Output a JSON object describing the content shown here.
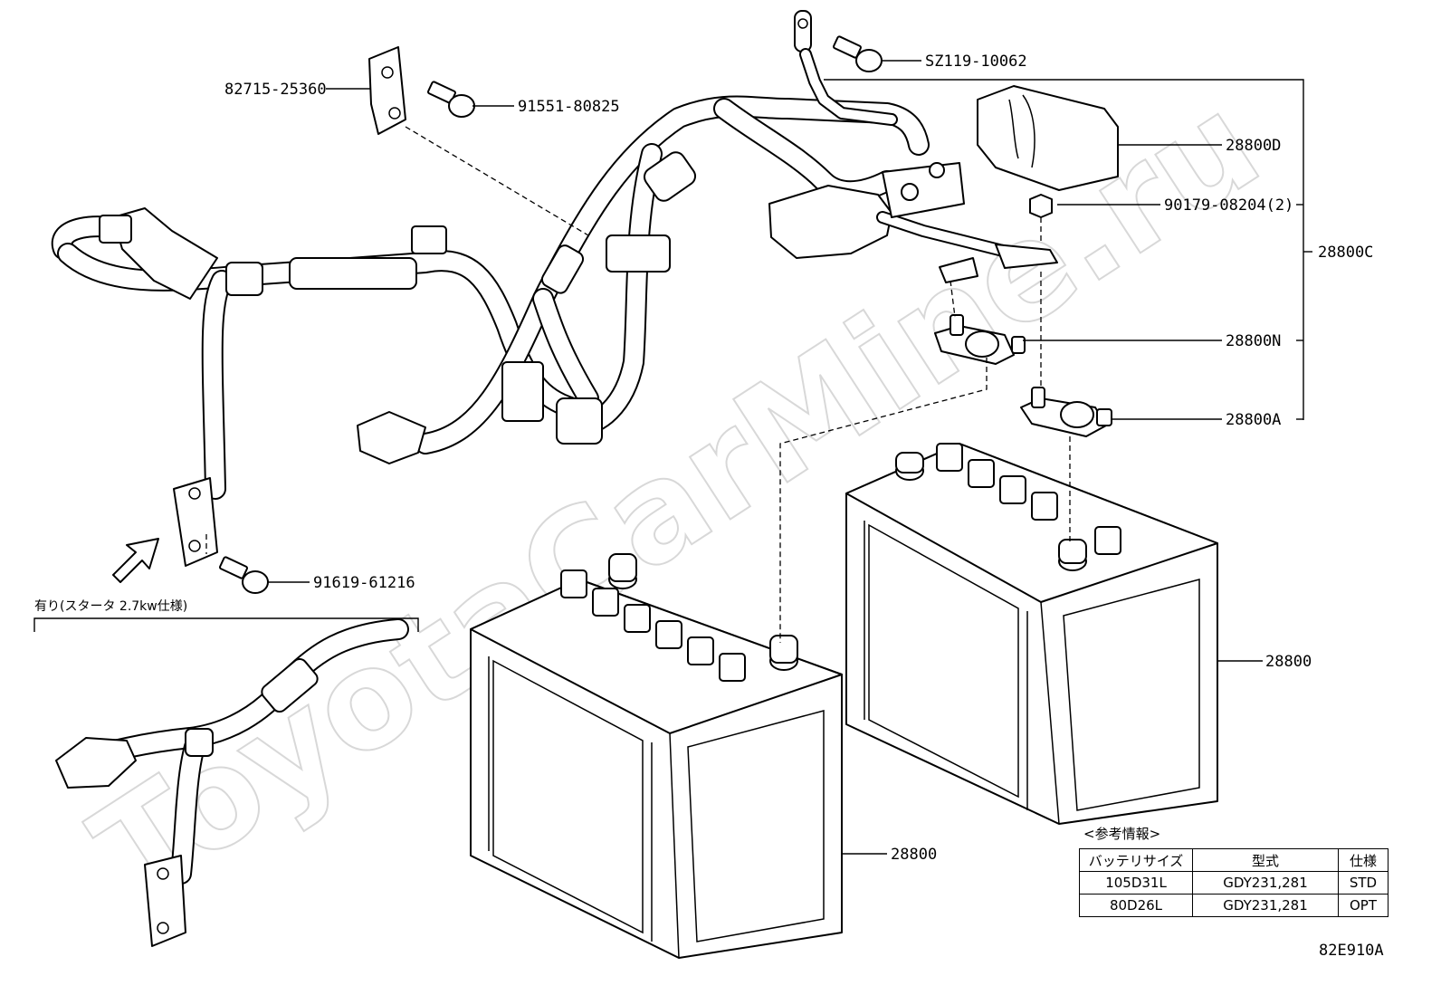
{
  "watermark": "ToyotaCarMine.ru",
  "labels": {
    "bracket_top": "82715-25360",
    "bolt_top": "91551-80825",
    "bolt_cable": "SZ119-10062",
    "cover": "28800D",
    "nut": "90179-08204(2)",
    "assembly": "28800C",
    "terminal_neg": "28800N",
    "terminal_pos": "28800A",
    "battery_right": "28800",
    "battery_left": "28800",
    "bolt_bottom": "91619-61216"
  },
  "option_note": "有り(スタータ 2.7kw仕様)",
  "spec": {
    "caption": "<参考情報>",
    "headers": [
      "バッテリサイズ",
      "型式",
      "仕様"
    ],
    "rows": [
      [
        "105D31L",
        "GDY231,281",
        "STD"
      ],
      [
        "80D26L",
        "GDY231,281",
        "OPT"
      ]
    ]
  },
  "diagram_code": "82E910A"
}
